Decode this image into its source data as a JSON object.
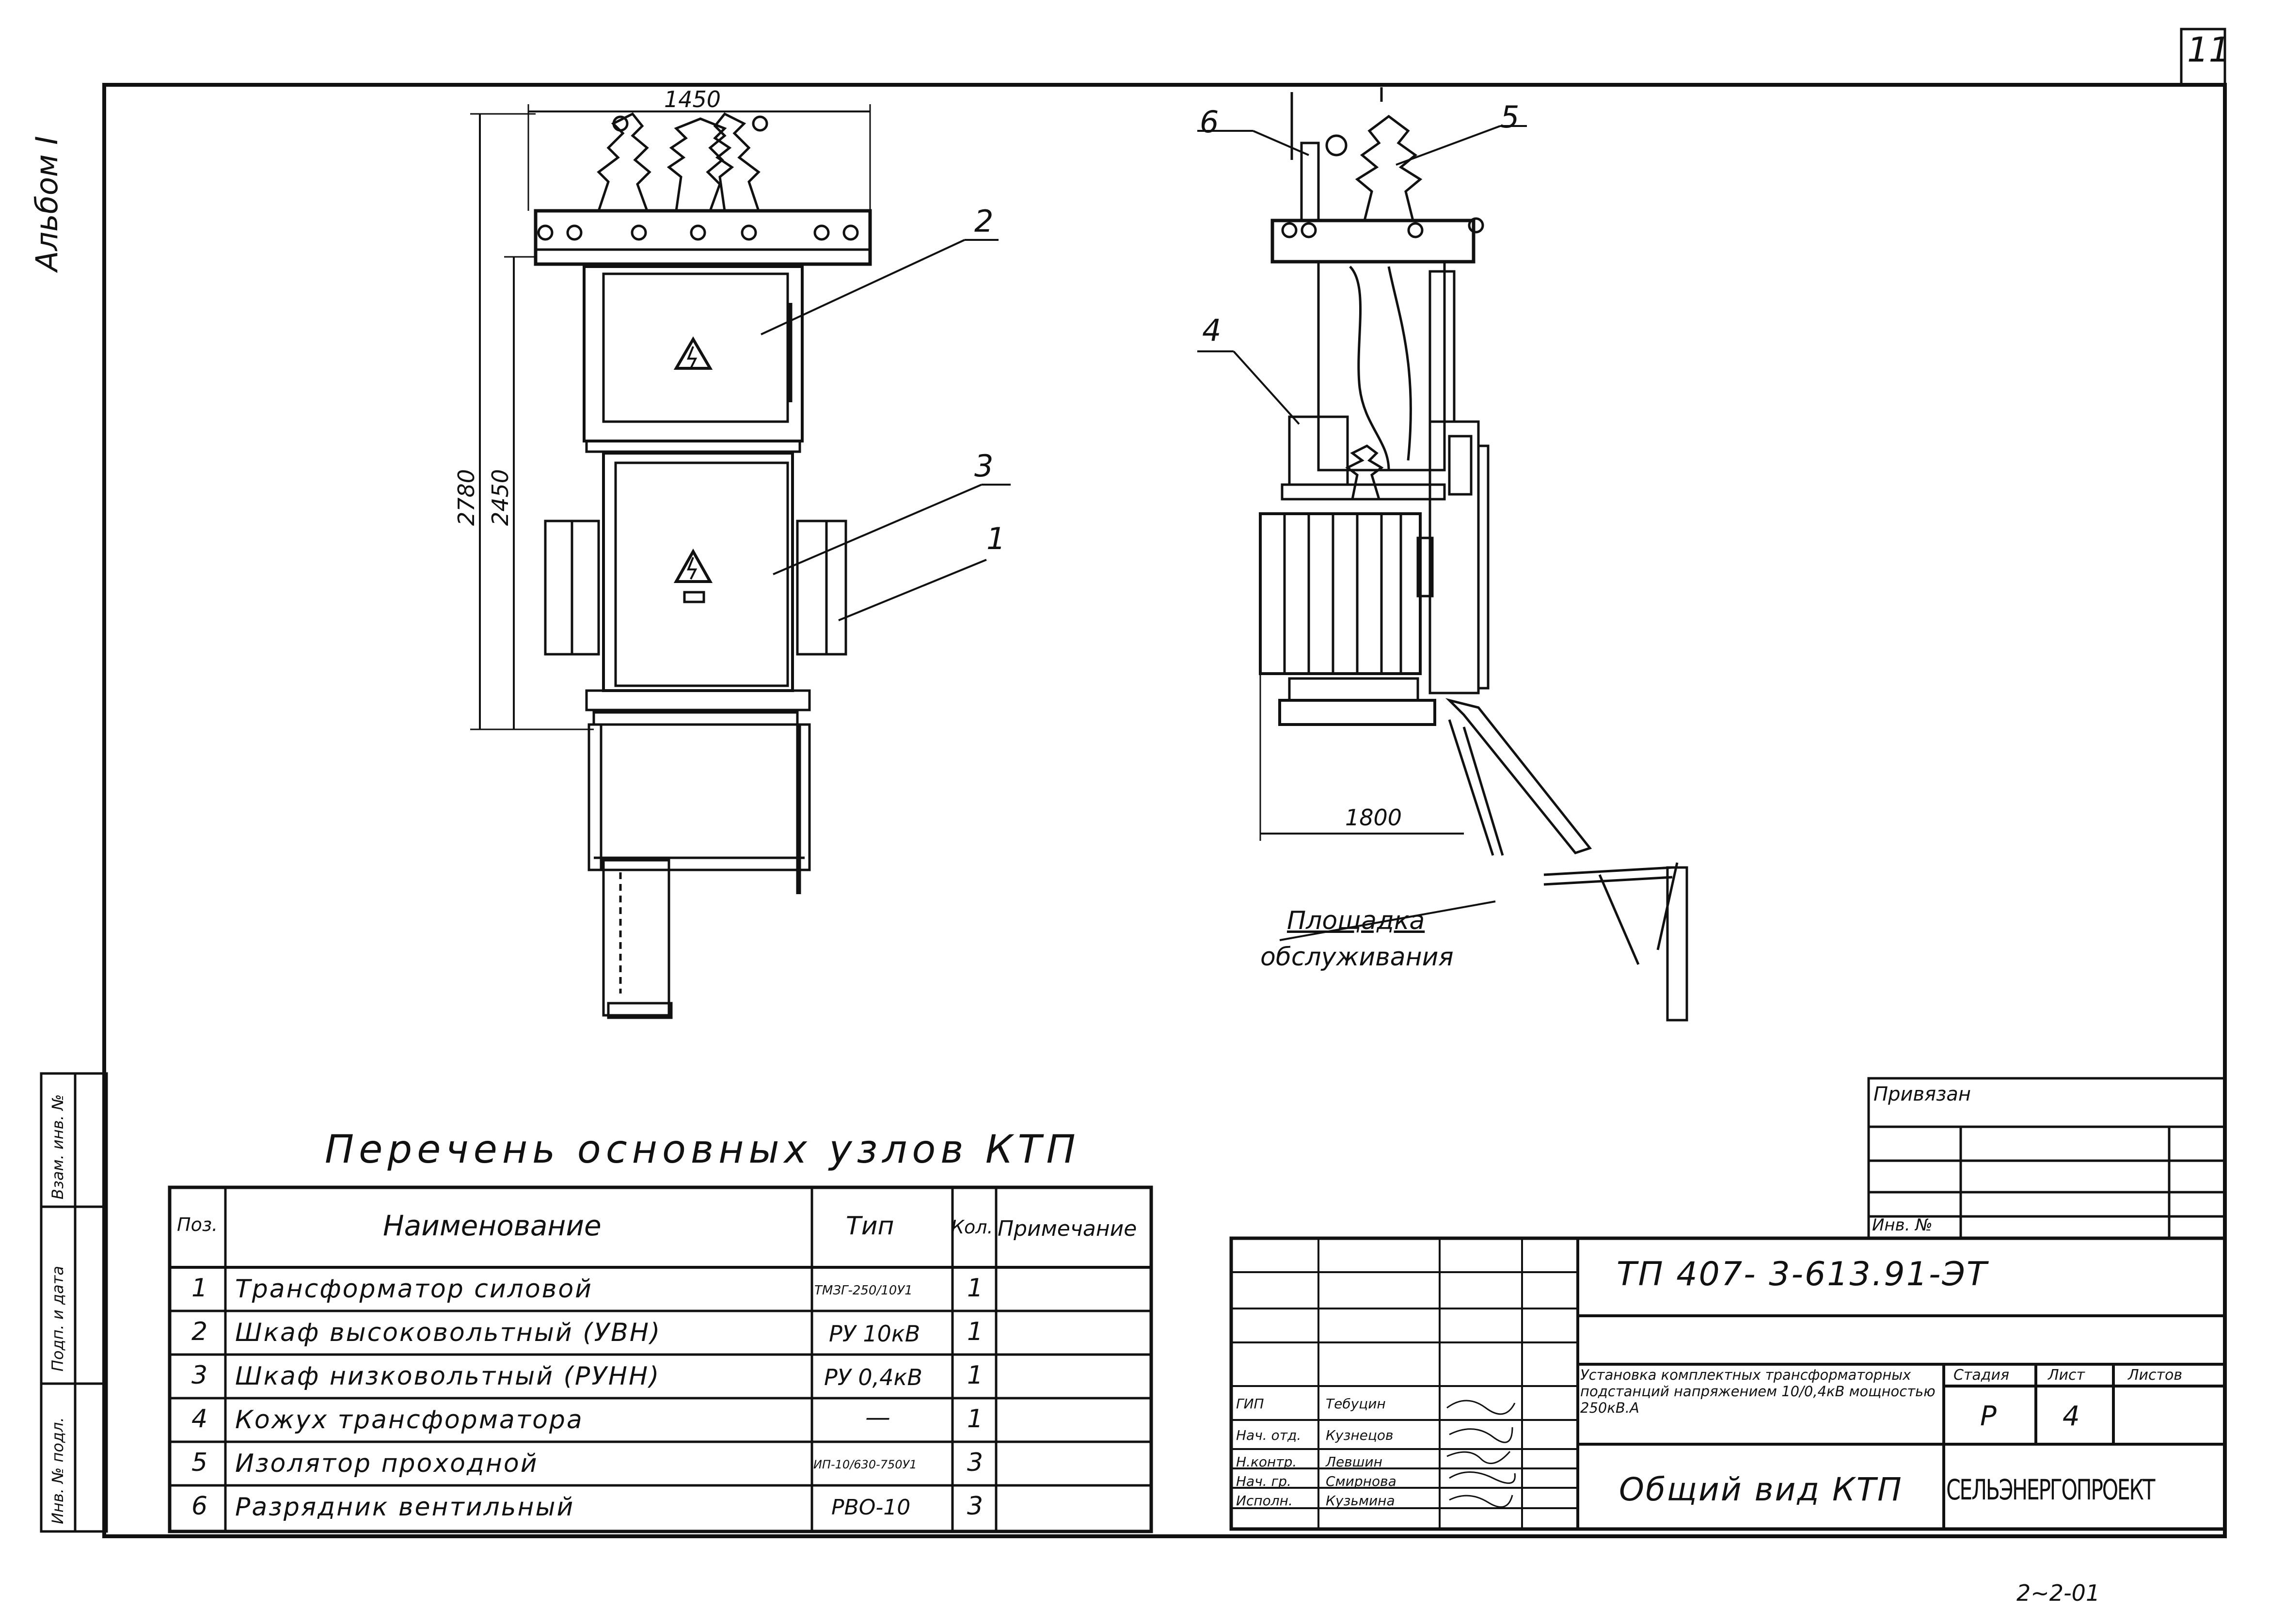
{
  "sheet": {
    "number": "11",
    "album": "Альбом I",
    "bottom_mark": "2~2-01"
  },
  "drawing": {
    "front_view": {
      "dim_width": "1450",
      "dim_height_total": "2780",
      "dim_height_cabinet": "2450",
      "callouts": [
        "2",
        "3",
        "1"
      ]
    },
    "side_view": {
      "dim_depth": "1800",
      "callouts": [
        "6",
        "5",
        "4"
      ],
      "platform_label_line1": "Площадка",
      "platform_label_line2": "обслуживания"
    }
  },
  "parts_list": {
    "title": "Перечень основных узлов КТП",
    "headers": [
      "Поз.",
      "Наименование",
      "Тип",
      "Кол.",
      "Примечание"
    ],
    "rows": [
      {
        "pos": "1",
        "name": "Трансформатор силовой",
        "type": "ТМЗГ-250/10У1",
        "qty": "1",
        "note": ""
      },
      {
        "pos": "2",
        "name": "Шкаф высоковольтный (УВН)",
        "type": "РУ 10кВ",
        "qty": "1",
        "note": ""
      },
      {
        "pos": "3",
        "name": "Шкаф низковольтный (РУНН)",
        "type": "РУ 0,4кВ",
        "qty": "1",
        "note": ""
      },
      {
        "pos": "4",
        "name": "Кожух трансформатора",
        "type": "—",
        "qty": "1",
        "note": ""
      },
      {
        "pos": "5",
        "name": "Изолятор проходной",
        "type": "ИП-10/630-750У1",
        "qty": "3",
        "note": ""
      },
      {
        "pos": "6",
        "name": "Разрядник вентильный",
        "type": "РВО-10",
        "qty": "3",
        "note": ""
      }
    ]
  },
  "side_stamp": {
    "cells": [
      "Взам. инв. №",
      "Подп. и дата",
      "Инв. № подл."
    ]
  },
  "privyazan": {
    "label": "Привязан",
    "inv_label": "Инв. №"
  },
  "title_block": {
    "doc_code": "ТП 407- 3-613.91-ЭТ",
    "description": "Установка комплектных трансформаторных подстанций напряжением 10/0,4кВ мощностью 250кВ.А",
    "stage_header": "Стадия",
    "sheet_header": "Лист",
    "sheets_header": "Листов",
    "stage": "Р",
    "sheet": "4",
    "sheets": "",
    "sheet_title": "Общий вид КТП",
    "organization": "СЕЛЬЭНЕРГОПРОЕКТ",
    "signatures": [
      {
        "role": "ГИП",
        "name": "Тебуцин"
      },
      {
        "role": "Нач. отд.",
        "name": "Кузнецов"
      },
      {
        "role": "Н.контр.",
        "name": "Левшин"
      },
      {
        "role": "Нач. гр.",
        "name": "Смирнова"
      },
      {
        "role": "Исполн.",
        "name": "Кузьмина"
      }
    ]
  }
}
